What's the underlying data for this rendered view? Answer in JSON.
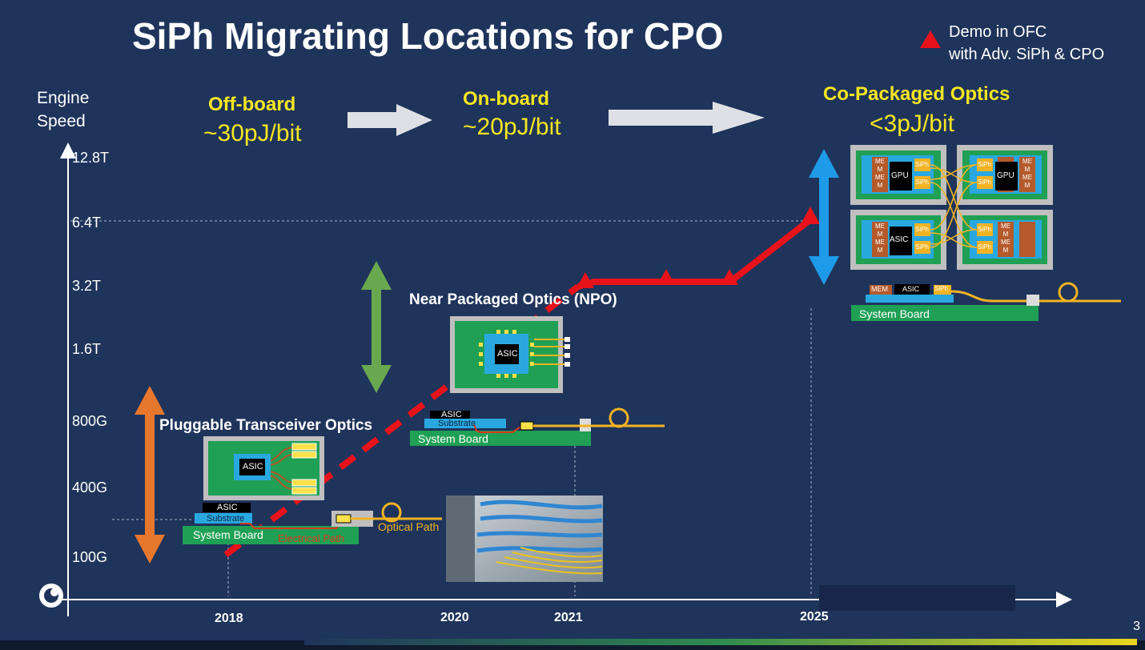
{
  "slide": {
    "title": "SiPh Migrating Locations for CPO",
    "page_number": "3",
    "legend": {
      "line1": "Demo in OFC",
      "line2": "with Adv. SiPh & CPO",
      "marker_icon": "red-triangle-icon",
      "marker_color": "#e8131a"
    },
    "y_axis": {
      "title_line1": "Engine",
      "title_line2": "Speed",
      "ticks": [
        "12.8T",
        "6.4T",
        "3.2T",
        "1.6T",
        "800G",
        "400G",
        "100G"
      ]
    },
    "x_axis": {
      "ticks": [
        "2018",
        "2020",
        "2021",
        "2025"
      ]
    },
    "stages": [
      {
        "name": "Off-board",
        "energy": "~30pJ/bit"
      },
      {
        "name": "On-board",
        "energy": "~20pJ/bit"
      },
      {
        "name": "Co-Packaged Optics",
        "energy": "<3pJ/bit"
      }
    ],
    "pluggable": {
      "title": "Pluggable Transceiver Optics",
      "chip": "ASIC",
      "top_chip": "ASIC",
      "substrate": "Substrate",
      "board": "System Board",
      "electrical": "Electrical Path",
      "optical": "Optical Path"
    },
    "npo": {
      "title": "Near Packaged Optics (NPO)",
      "chip": "ASIC",
      "top_chip": "ASIC",
      "substrate": "Substrate",
      "board": "System Board"
    },
    "cpo": {
      "board": "System Board",
      "mem": "MEM",
      "asic": "ASIC",
      "siph": "SiPh",
      "modules": [
        {
          "center": "GPU",
          "mem": "ME M ME M",
          "siph": "SiPh"
        },
        {
          "center": "GPU",
          "mem": "ME M ME M",
          "siph": "SiPh"
        },
        {
          "center": "ASIC",
          "mem": "ME M ME M",
          "siph": "SiPh"
        },
        {
          "center": "",
          "mem": "ME M ME M",
          "siph": "SiPh"
        }
      ]
    },
    "colors": {
      "background": "#1f345b",
      "accent_yellow": "#f5e621",
      "trend_red": "#e8131a",
      "arrow_orange": "#e8772e",
      "arrow_green": "#6aa84f",
      "arrow_blue": "#1e9be8",
      "board_green": "#1fa055",
      "substrate_blue": "#29a8e0"
    }
  }
}
